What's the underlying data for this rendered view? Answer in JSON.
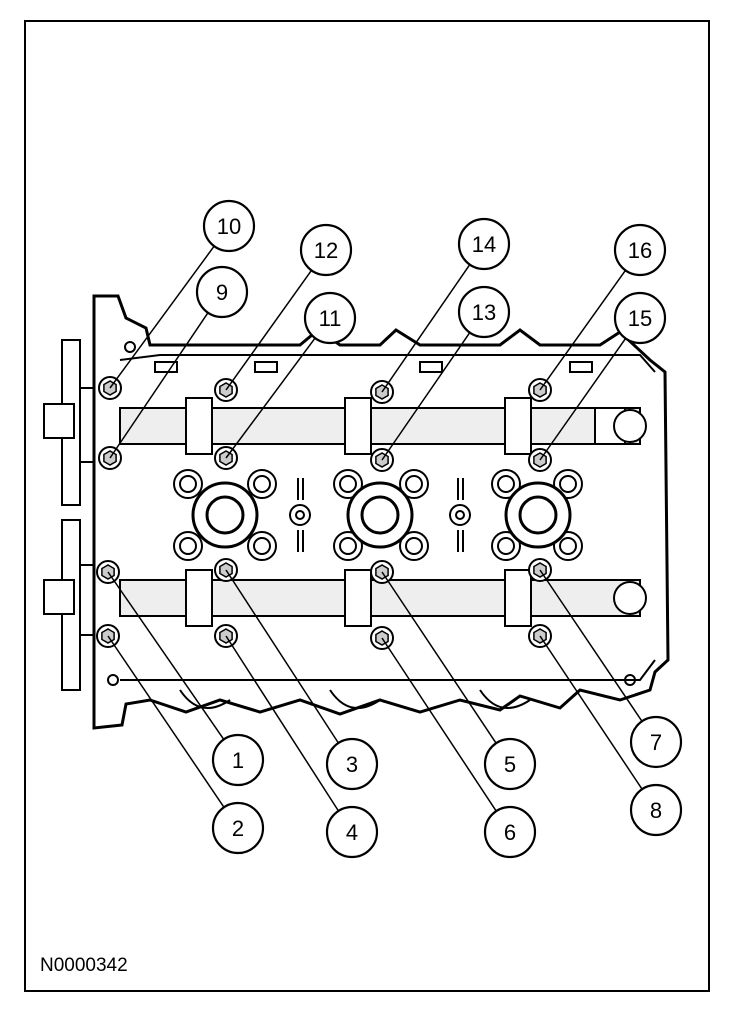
{
  "figure_id": "N0000342",
  "callouts": [
    {
      "label": "1"
    },
    {
      "label": "2"
    },
    {
      "label": "3"
    },
    {
      "label": "4"
    },
    {
      "label": "5"
    },
    {
      "label": "6"
    },
    {
      "label": "7"
    },
    {
      "label": "8"
    },
    {
      "label": "9"
    },
    {
      "label": "10"
    },
    {
      "label": "11"
    },
    {
      "label": "12"
    },
    {
      "label": "13"
    },
    {
      "label": "14"
    },
    {
      "label": "15"
    },
    {
      "label": "16"
    }
  ],
  "colors": {
    "line": "#000000",
    "background": "#ffffff",
    "shade": "#d9d9d9"
  }
}
